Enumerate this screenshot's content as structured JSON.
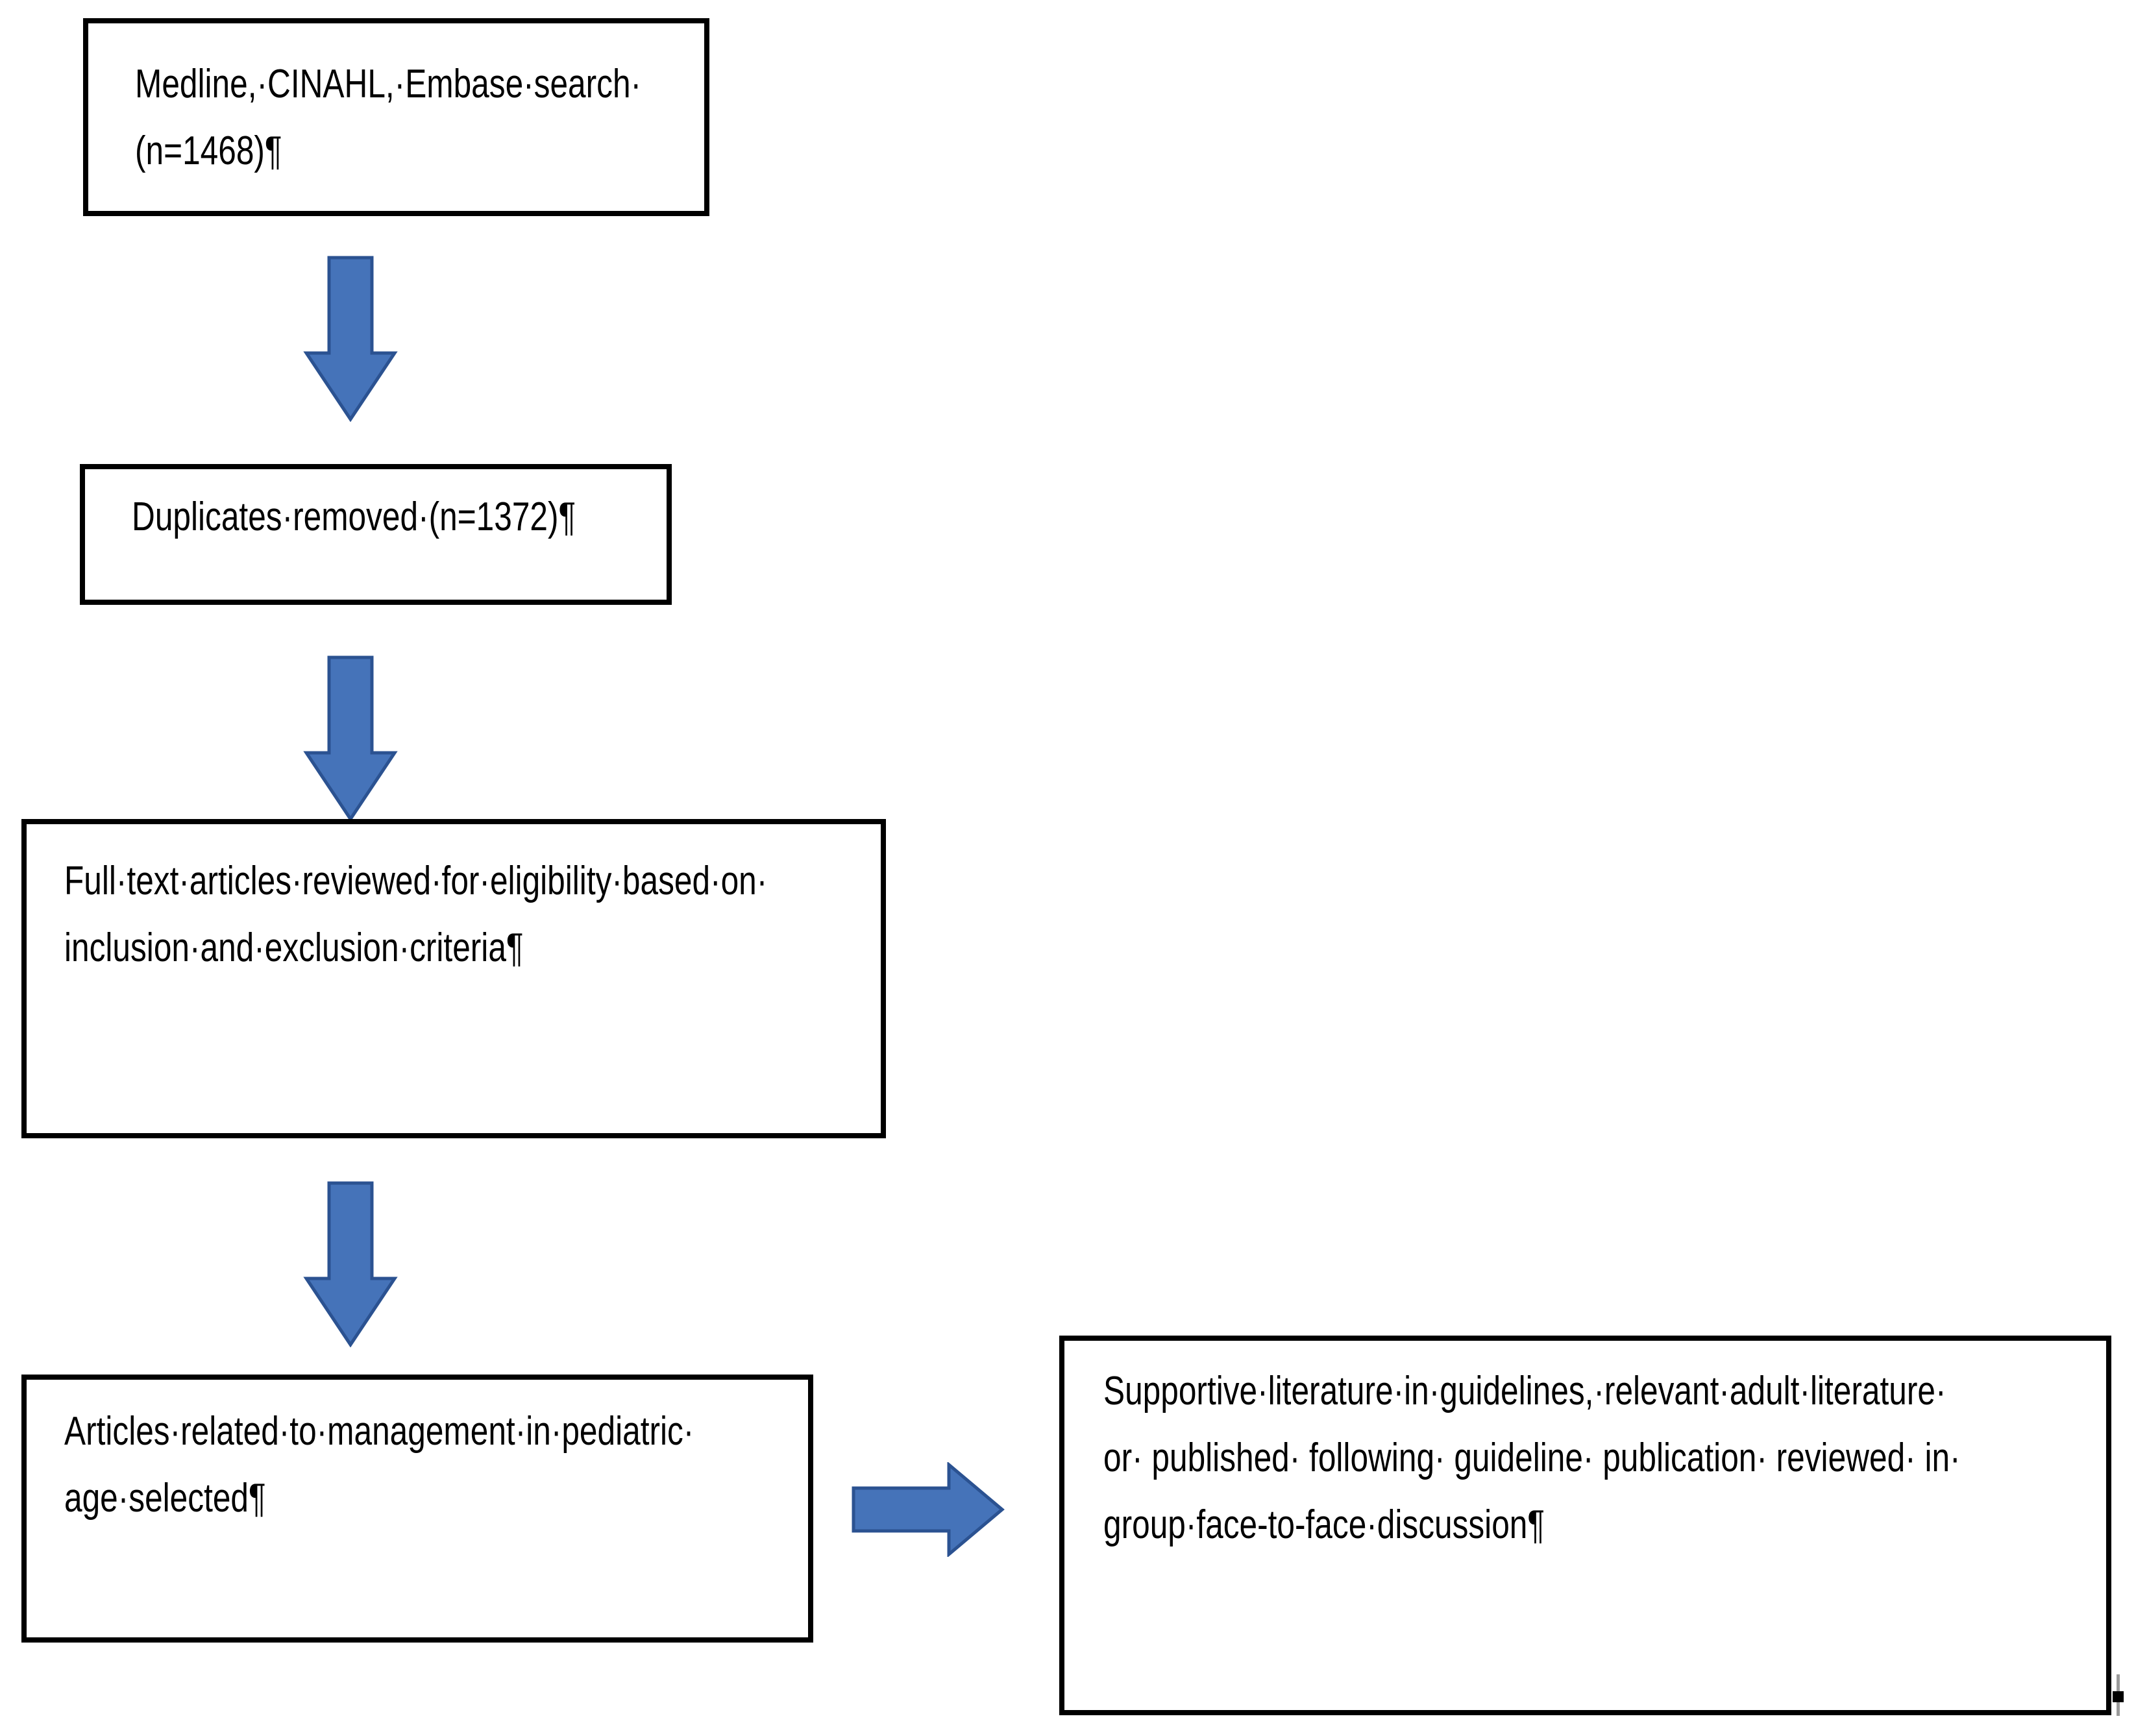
{
  "flowchart": {
    "boxes": [
      {
        "id": "search",
        "lines": [
          "Medline,·CINAHL,·Embase·search·",
          "(n=1468)¶"
        ]
      },
      {
        "id": "duplicates-removed",
        "lines": [
          "Duplicates·removed·(n=1372)¶"
        ]
      },
      {
        "id": "full-text-review",
        "lines": [
          "Full·text·articles·reviewed·for·eligibility·based·on·",
          "inclusion·and·exclusion·criteria¶"
        ]
      },
      {
        "id": "pediatric-selected",
        "lines": [
          "Articles·related·to·management·in·pediatric·",
          "age·selected¶"
        ]
      },
      {
        "id": "supportive-literature",
        "lines": [
          "Supportive·literature·in·guidelines,·relevant·adult·literature·",
          "or· published· following· guideline· publication· reviewed· in·",
          "group·face-to-face·discussion¶"
        ]
      }
    ],
    "arrows": [
      {
        "direction": "down",
        "from": "search",
        "to": "duplicates-removed"
      },
      {
        "direction": "down",
        "from": "duplicates-removed",
        "to": "full-text-review"
      },
      {
        "direction": "down",
        "from": "full-text-review",
        "to": "pediatric-selected"
      },
      {
        "direction": "right",
        "from": "pediatric-selected",
        "to": "supportive-literature"
      }
    ],
    "colors": {
      "arrow_fill": "#4573B9",
      "arrow_stroke": "#2B5291",
      "box_border": "#000000",
      "text": "#000000",
      "background": "#FFFFFF"
    }
  }
}
